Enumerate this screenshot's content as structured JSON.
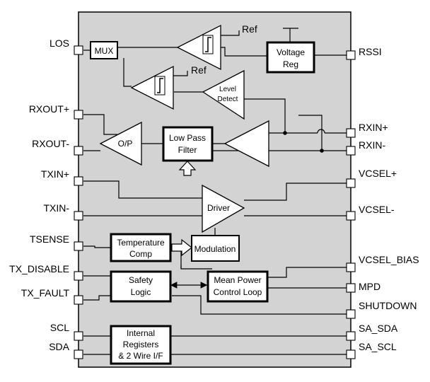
{
  "pins_left": {
    "los": "LOS",
    "rxout_p": "RXOUT+",
    "rxout_n": "RXOUT-",
    "txin_p": "TXIN+",
    "txin_n": "TXIN-",
    "tsense": "TSENSE",
    "tx_disable": "TX_DISABLE",
    "tx_fault": "TX_FAULT",
    "scl": "SCL",
    "sda": "SDA"
  },
  "pins_right": {
    "rssi": "RSSI",
    "rxin_p": "RXIN+",
    "rxin_n": "RXIN-",
    "vcsel_p": "VCSEL+",
    "vcsel_n": "VCSEL-",
    "vcsel_bias": "VCSEL_BIAS",
    "mpd": "MPD",
    "shutdown": "SHUTDOWN",
    "sa_sda": "SA_SDA",
    "sa_scl": "SA_SCL"
  },
  "blocks": {
    "mux": "MUX",
    "voltage_reg": [
      "Voltage",
      "Reg"
    ],
    "level_detect": [
      "Level",
      "Detect"
    ],
    "op": "O/P",
    "low_pass": [
      "Low Pass",
      "Filter"
    ],
    "driver": "Driver",
    "temp_comp": [
      "Temperature",
      "Comp"
    ],
    "modulation": "Modulation",
    "safety_logic": [
      "Safety",
      "Logic"
    ],
    "mean_power": [
      "Mean Power",
      "Control Loop"
    ],
    "registers": [
      "Internal",
      "Registers",
      "& 2 Wire I/F"
    ]
  },
  "refs": {
    "ref_top": "Ref",
    "ref_mid": "Ref"
  },
  "colors": {
    "chip_fill": "#d3d3d3",
    "block_fill": "#ffffff",
    "line": "#000000"
  }
}
